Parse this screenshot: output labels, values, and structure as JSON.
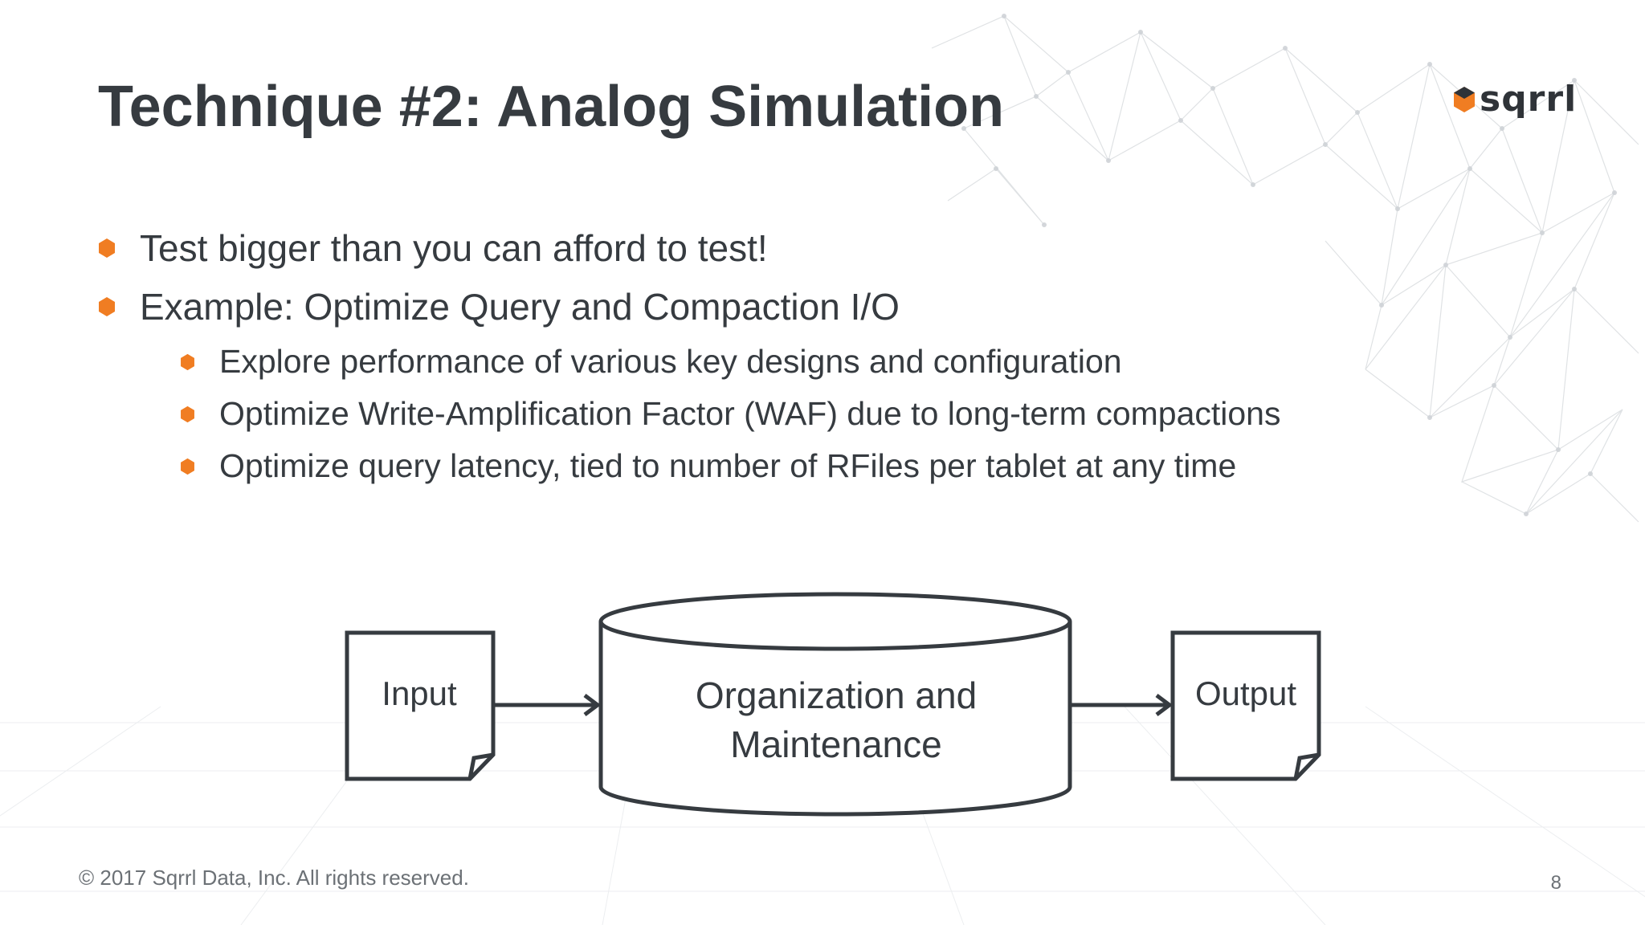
{
  "slide": {
    "title": "Technique #2: Analog Simulation",
    "logo": {
      "text": "sqrrl",
      "icon": "hexagon-logo-icon",
      "color": "#f07d22"
    },
    "bullets": [
      {
        "level": 1,
        "text": "Test bigger than you can afford to test!"
      },
      {
        "level": 1,
        "text": "Example: Optimize Query and Compaction I/O"
      },
      {
        "level": 2,
        "text": "Explore performance of various key designs and configuration"
      },
      {
        "level": 2,
        "text": "Optimize Write-Amplification Factor (WAF) due to long-term compactions"
      },
      {
        "level": 2,
        "text": "Optimize query latency, tied to number of RFiles per tablet at any time"
      }
    ],
    "bullet_icon": "orange-hexagon-icon",
    "bullet_color": "#f07d22",
    "diagram": {
      "input_label": "Input",
      "process_label": "Organization and Maintenance",
      "output_label": "Output"
    },
    "footer": "© 2017 Sqrrl Data, Inc. All rights reserved.",
    "page_number": "8"
  }
}
